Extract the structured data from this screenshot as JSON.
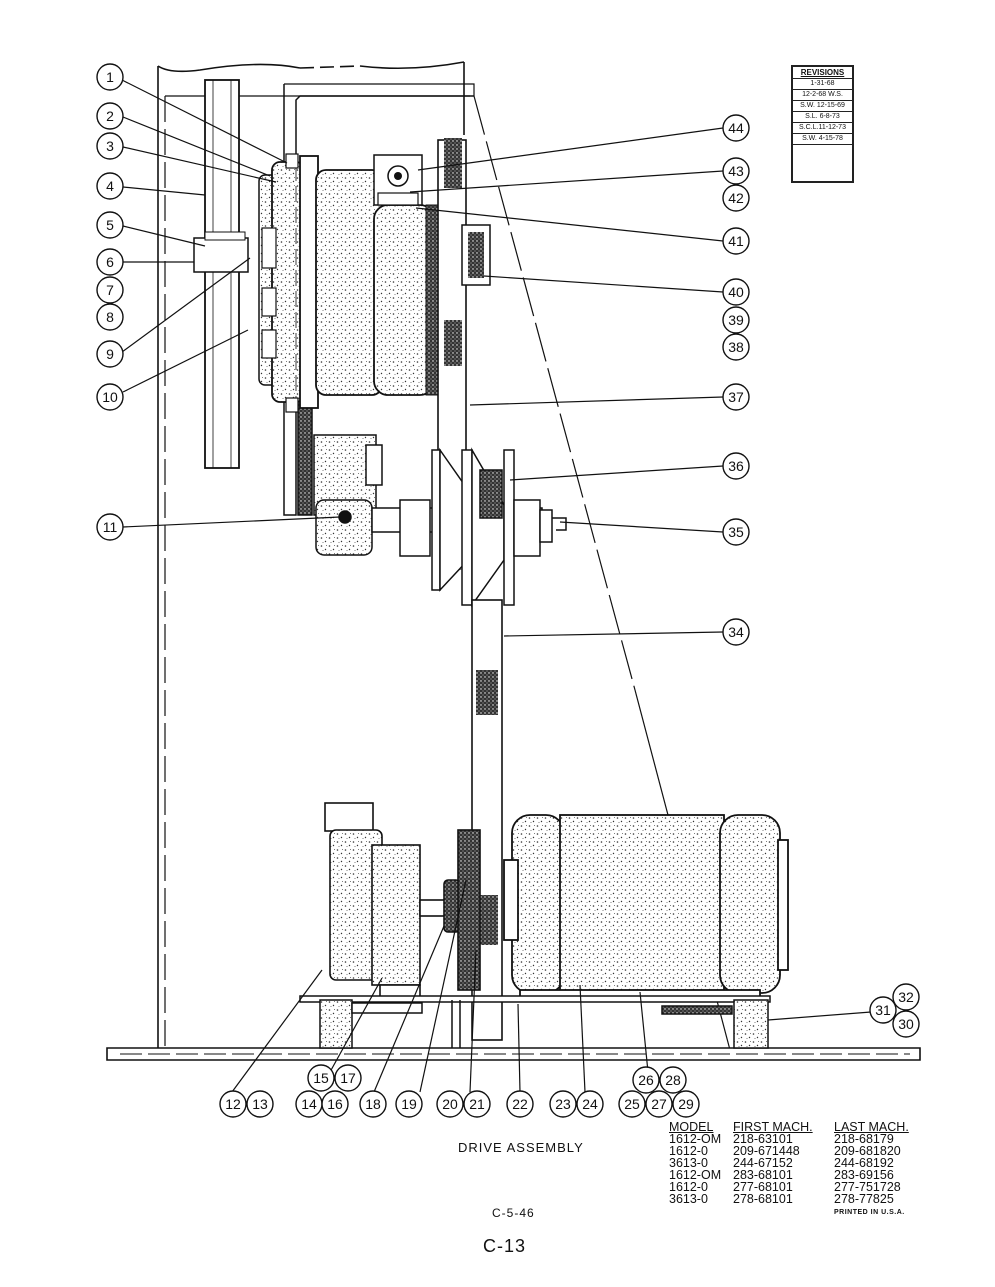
{
  "revisions": {
    "header": "REVISIONS",
    "entries": [
      "1-31-68",
      "12-2-68 W.S.",
      "S.W. 12-15-69",
      "S.L. 6-8-73",
      "S.C.L.11-12-73",
      "S.W. 4-15-78"
    ]
  },
  "callouts": {
    "c1": "1",
    "c2": "2",
    "c3": "3",
    "c4": "4",
    "c5": "5",
    "c6": "6",
    "c7": "7",
    "c8": "8",
    "c9": "9",
    "c10": "10",
    "c11": "11",
    "c12": "12",
    "c13": "13",
    "c14": "14",
    "c15": "15",
    "c16": "16",
    "c17": "17",
    "c18": "18",
    "c19": "19",
    "c20": "20",
    "c21": "21",
    "c22": "22",
    "c23": "23",
    "c24": "24",
    "c25": "25",
    "c26": "26",
    "c27": "27",
    "c28": "28",
    "c29": "29",
    "c30": "30",
    "c31": "31",
    "c32": "32",
    "c34": "34",
    "c35": "35",
    "c36": "36",
    "c37": "37",
    "c38": "38",
    "c39": "39",
    "c40": "40",
    "c41": "41",
    "c42": "42",
    "c43": "43",
    "c44": "44"
  },
  "title": "DRIVE ASSEMBLY",
  "machine_table": {
    "headers": [
      "MODEL",
      "FIRST MACH.",
      "LAST MACH."
    ],
    "rows": [
      [
        "1612-OM",
        "218-63101",
        "218-68179"
      ],
      [
        "1612-0",
        "209-671448",
        "209-681820"
      ],
      [
        "3613-0",
        "244-67152",
        "244-68192"
      ],
      [
        "1612-OM",
        "283-68101",
        "283-69156"
      ],
      [
        "1612-0",
        "277-68101",
        "277-751728"
      ],
      [
        "3613-0",
        "278-68101",
        "278-77825"
      ]
    ]
  },
  "printed_note": "PRINTED IN U.S.A.",
  "drawing_ref": "C-5-46",
  "page_number": "C-13"
}
